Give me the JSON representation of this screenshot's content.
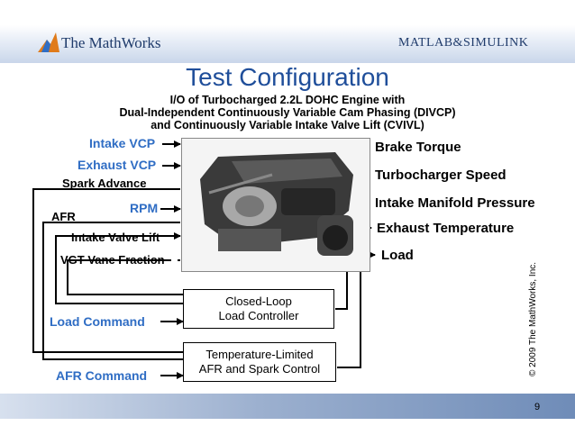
{
  "header": {
    "logo_text": "The MathWorks",
    "brand_text": "MATLAB&SIMULINK"
  },
  "slide": {
    "title": "Test Configuration",
    "subtitle_lines": [
      "I/O of Turbocharged 2.2L DOHC Engine with",
      "Dual-Independent Continuously Variable Cam Phasing (DIVCP)",
      "and Continuously Variable Intake Valve Lift (CVIVL)"
    ]
  },
  "inputs": {
    "intake_vcp": "Intake VCP",
    "exhaust_vcp": "Exhaust VCP",
    "spark_advance": "Spark Advance",
    "rpm": "RPM",
    "afr": "AFR",
    "intake_valve_lift": "Intake Valve Lift",
    "vgt_vane_fraction": "VGT Vane Fraction"
  },
  "outputs": {
    "brake_torque": "Brake Torque",
    "turbocharger_speed": "Turbocharger Speed",
    "intake_manifold_pressure": "Intake Manifold Pressure",
    "exhaust_temperature": "Exhaust Temperature",
    "load": "Load"
  },
  "controllers": {
    "load_controller_line1": "Closed-Loop",
    "load_controller_line2": "Load Controller",
    "afr_controller_line1": "Temperature-Limited",
    "afr_controller_line2": "AFR and Spark Control"
  },
  "commands": {
    "load_command": "Load Command",
    "afr_command": "AFR Command"
  },
  "footer": {
    "copyright": "© 2009 The MathWorks, Inc.",
    "page_number": "9"
  },
  "colors": {
    "accent_blue": "#2f6dc4",
    "title_blue": "#1f4e9a",
    "logo_orange": "#e07b1a"
  }
}
